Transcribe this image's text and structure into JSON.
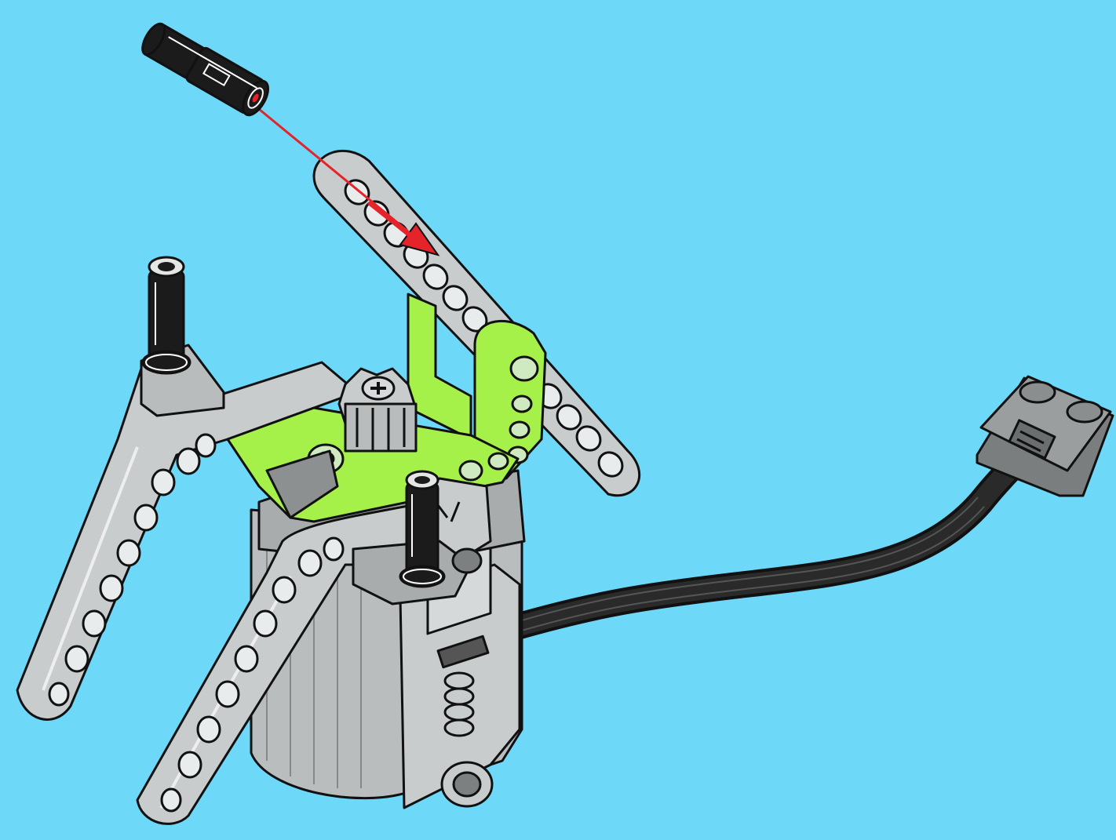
{
  "scene": {
    "kind": "building-instruction-step",
    "background_color": "#6ed8f8",
    "colors": {
      "light_gray": "#c8cccc",
      "dark_gray": "#8c9090",
      "lime": "#a6f04a",
      "black_part": "#1b1b1b",
      "arrow_red": "#e5232a",
      "outline": "#111111"
    },
    "parts": [
      {
        "name": "axle-pin",
        "color": "black_part",
        "role": "part-being-inserted"
      },
      {
        "name": "straight-beam",
        "color": "light_gray"
      },
      {
        "name": "angle-beam-lime",
        "color": "lime"
      },
      {
        "name": "gear-small",
        "color": "light_gray"
      },
      {
        "name": "angled-beam-left",
        "color": "light_gray"
      },
      {
        "name": "angled-beam-front",
        "color": "light_gray"
      },
      {
        "name": "connector-pin-left",
        "color": "black_part"
      },
      {
        "name": "connector-pin-front",
        "color": "black_part"
      },
      {
        "name": "motor",
        "color": "light_gray"
      },
      {
        "name": "cable",
        "color": "black_part"
      },
      {
        "name": "cable-connector-plug",
        "color": "dark_gray"
      }
    ],
    "arrow": {
      "meaning": "insert-direction",
      "color": "arrow_red"
    }
  }
}
